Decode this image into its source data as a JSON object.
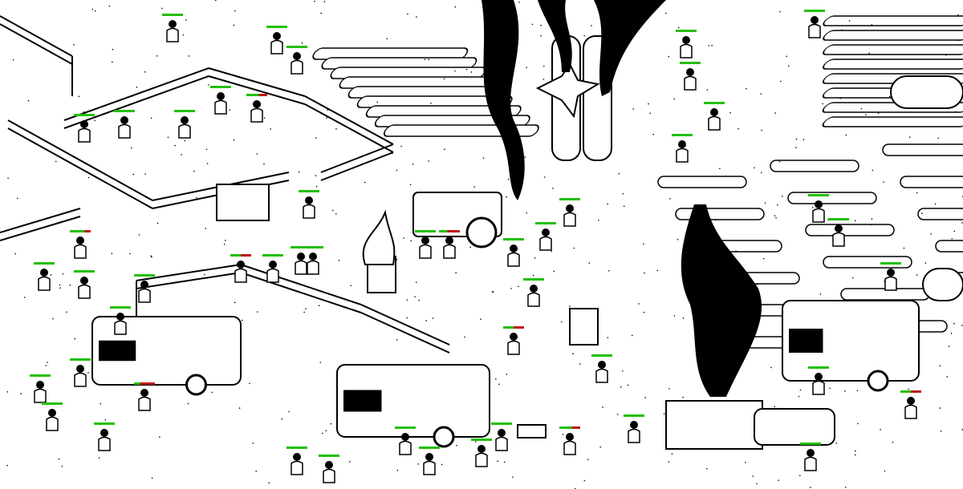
{
  "game": {
    "colors": {
      "background": "#ffffff",
      "ink": "#000000",
      "health_full": "#22c000",
      "health_low": "#c01818"
    },
    "characters": [
      {
        "health": 1.0
      },
      {
        "health": 1.0
      },
      {
        "health": 1.0
      },
      {
        "health": 1.0
      },
      {
        "health": 1.0
      },
      {
        "health": 1.0
      },
      {
        "health": 1.0
      },
      {
        "health": 1.0
      },
      {
        "health": 1.0
      },
      {
        "health": 1.0
      },
      {
        "health": 1.0
      },
      {
        "health": 1.0
      },
      {
        "health": 0.6
      },
      {
        "health": 1.0
      },
      {
        "health": 1.0
      },
      {
        "health": 0.5
      },
      {
        "health": 1.0
      },
      {
        "health": 1.0
      },
      {
        "health": 1.0
      },
      {
        "health": 0.4
      },
      {
        "health": 1.0
      },
      {
        "health": 1.0
      },
      {
        "health": 1.0
      },
      {
        "health": 0.7
      },
      {
        "health": 1.0
      },
      {
        "health": 1.0
      },
      {
        "health": 1.0
      },
      {
        "health": 1.0
      },
      {
        "health": 0.5
      },
      {
        "health": 1.0
      },
      {
        "health": 1.0
      },
      {
        "health": 1.0
      },
      {
        "health": 1.0
      },
      {
        "health": 1.0
      },
      {
        "health": 0.3
      },
      {
        "health": 1.0
      },
      {
        "health": 1.0
      },
      {
        "health": 1.0
      },
      {
        "health": 1.0
      },
      {
        "health": 1.0
      },
      {
        "health": 1.0
      },
      {
        "health": 0.6
      },
      {
        "health": 1.0
      },
      {
        "health": 1.0
      },
      {
        "health": 1.0
      },
      {
        "health": 1.0
      },
      {
        "health": 1.0
      },
      {
        "health": 1.0
      },
      {
        "health": 0.5
      },
      {
        "health": 1.0
      }
    ]
  }
}
